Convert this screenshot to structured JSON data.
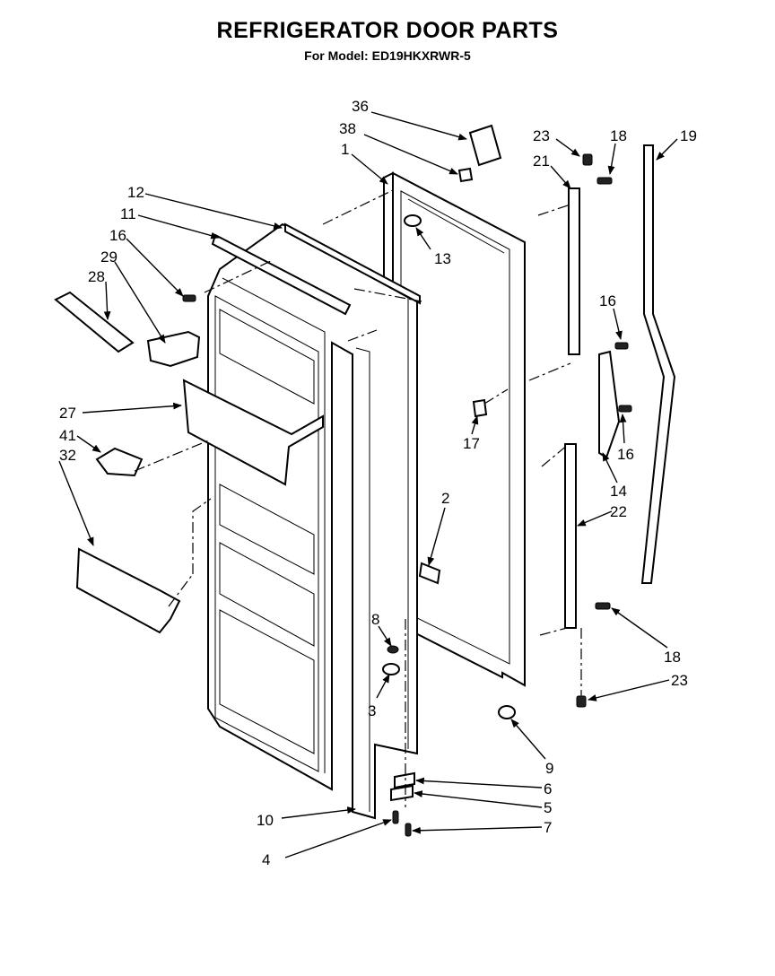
{
  "header": {
    "title": "REFRIGERATOR DOOR PARTS",
    "subtitle": "For Model: ED19HKXRWR-5"
  },
  "callouts": [
    {
      "key": "c36",
      "text": "36"
    },
    {
      "key": "c38",
      "text": "38"
    },
    {
      "key": "c1",
      "text": "1"
    },
    {
      "key": "c12",
      "text": "12"
    },
    {
      "key": "c11",
      "text": "11"
    },
    {
      "key": "c16a",
      "text": "16"
    },
    {
      "key": "c29",
      "text": "29"
    },
    {
      "key": "c28",
      "text": "28"
    },
    {
      "key": "c13",
      "text": "13"
    },
    {
      "key": "c23a",
      "text": "23"
    },
    {
      "key": "c18a",
      "text": "18"
    },
    {
      "key": "c19",
      "text": "19"
    },
    {
      "key": "c21",
      "text": "21"
    },
    {
      "key": "c16b",
      "text": "16"
    },
    {
      "key": "c27",
      "text": "27"
    },
    {
      "key": "c41",
      "text": "41"
    },
    {
      "key": "c32",
      "text": "32"
    },
    {
      "key": "c17",
      "text": "17"
    },
    {
      "key": "c16c",
      "text": "16"
    },
    {
      "key": "c14",
      "text": "14"
    },
    {
      "key": "c22",
      "text": "22"
    },
    {
      "key": "c2",
      "text": "2"
    },
    {
      "key": "c8",
      "text": "8"
    },
    {
      "key": "c3",
      "text": "3"
    },
    {
      "key": "c18b",
      "text": "18"
    },
    {
      "key": "c23b",
      "text": "23"
    },
    {
      "key": "c9",
      "text": "9"
    },
    {
      "key": "c6",
      "text": "6"
    },
    {
      "key": "c5",
      "text": "5"
    },
    {
      "key": "c10",
      "text": "10"
    },
    {
      "key": "c7",
      "text": "7"
    },
    {
      "key": "c4",
      "text": "4"
    }
  ]
}
